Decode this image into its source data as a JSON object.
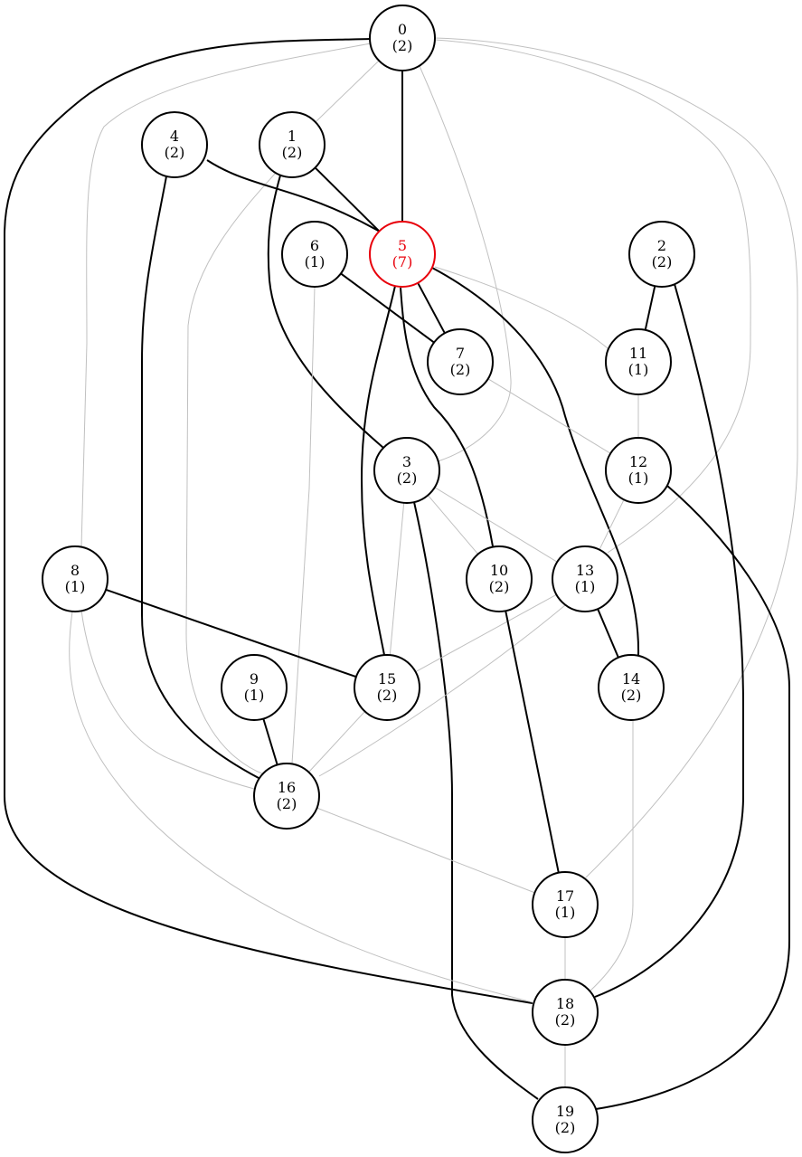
{
  "graph": {
    "colors": {
      "highlight": "#e8000b",
      "strong_edge": "#000000",
      "weak_edge": "#c0c0c0"
    },
    "nodes": [
      {
        "id": "0",
        "id_text": "0",
        "count_text": "(2)",
        "highlight": false
      },
      {
        "id": "1",
        "id_text": "1",
        "count_text": "(2)",
        "highlight": false
      },
      {
        "id": "2",
        "id_text": "2",
        "count_text": "(2)",
        "highlight": false
      },
      {
        "id": "3",
        "id_text": "3",
        "count_text": "(2)",
        "highlight": false
      },
      {
        "id": "4",
        "id_text": "4",
        "count_text": "(2)",
        "highlight": false
      },
      {
        "id": "5",
        "id_text": "5",
        "count_text": "(7)",
        "highlight": true
      },
      {
        "id": "6",
        "id_text": "6",
        "count_text": "(1)",
        "highlight": false
      },
      {
        "id": "7",
        "id_text": "7",
        "count_text": "(2)",
        "highlight": false
      },
      {
        "id": "8",
        "id_text": "8",
        "count_text": "(1)",
        "highlight": false
      },
      {
        "id": "9",
        "id_text": "9",
        "count_text": "(1)",
        "highlight": false
      },
      {
        "id": "10",
        "id_text": "10",
        "count_text": "(2)",
        "highlight": false
      },
      {
        "id": "11",
        "id_text": "11",
        "count_text": "(1)",
        "highlight": false
      },
      {
        "id": "12",
        "id_text": "12",
        "count_text": "(1)",
        "highlight": false
      },
      {
        "id": "13",
        "id_text": "13",
        "count_text": "(1)",
        "highlight": false
      },
      {
        "id": "14",
        "id_text": "14",
        "count_text": "(2)",
        "highlight": false
      },
      {
        "id": "15",
        "id_text": "15",
        "count_text": "(2)",
        "highlight": false
      },
      {
        "id": "16",
        "id_text": "16",
        "count_text": "(2)",
        "highlight": false
      },
      {
        "id": "17",
        "id_text": "17",
        "count_text": "(1)",
        "highlight": false
      },
      {
        "id": "18",
        "id_text": "18",
        "count_text": "(2)",
        "highlight": false
      },
      {
        "id": "19",
        "id_text": "19",
        "count_text": "(2)",
        "highlight": false
      }
    ],
    "edges": [
      {
        "from": "0",
        "to": "5",
        "style": "strong"
      },
      {
        "from": "0",
        "to": "18",
        "style": "strong"
      },
      {
        "from": "0",
        "to": "1",
        "style": "weak"
      },
      {
        "from": "0",
        "to": "8",
        "style": "weak"
      },
      {
        "from": "0",
        "to": "3",
        "style": "weak"
      },
      {
        "from": "0",
        "to": "13",
        "style": "weak"
      },
      {
        "from": "0",
        "to": "17",
        "style": "weak"
      },
      {
        "from": "1",
        "to": "5",
        "style": "strong"
      },
      {
        "from": "1",
        "to": "3",
        "style": "strong"
      },
      {
        "from": "1",
        "to": "16",
        "style": "weak"
      },
      {
        "from": "4",
        "to": "5",
        "style": "strong"
      },
      {
        "from": "4",
        "to": "16",
        "style": "strong"
      },
      {
        "from": "6",
        "to": "7",
        "style": "strong"
      },
      {
        "from": "6",
        "to": "16",
        "style": "weak"
      },
      {
        "from": "5",
        "to": "7",
        "style": "strong"
      },
      {
        "from": "5",
        "to": "15",
        "style": "strong"
      },
      {
        "from": "5",
        "to": "10",
        "style": "strong"
      },
      {
        "from": "5",
        "to": "14",
        "style": "strong"
      },
      {
        "from": "5",
        "to": "11",
        "style": "weak"
      },
      {
        "from": "2",
        "to": "11",
        "style": "strong"
      },
      {
        "from": "2",
        "to": "18",
        "style": "strong"
      },
      {
        "from": "11",
        "to": "12",
        "style": "weak"
      },
      {
        "from": "7",
        "to": "12",
        "style": "weak"
      },
      {
        "from": "12",
        "to": "13",
        "style": "weak"
      },
      {
        "from": "12",
        "to": "19",
        "style": "strong"
      },
      {
        "from": "3",
        "to": "10",
        "style": "weak"
      },
      {
        "from": "3",
        "to": "13",
        "style": "weak"
      },
      {
        "from": "3",
        "to": "15",
        "style": "weak"
      },
      {
        "from": "3",
        "to": "19",
        "style": "strong"
      },
      {
        "from": "8",
        "to": "15",
        "style": "strong"
      },
      {
        "from": "8",
        "to": "16",
        "style": "weak"
      },
      {
        "from": "8",
        "to": "18",
        "style": "weak"
      },
      {
        "from": "13",
        "to": "14",
        "style": "strong"
      },
      {
        "from": "13",
        "to": "15",
        "style": "weak"
      },
      {
        "from": "13",
        "to": "16",
        "style": "weak"
      },
      {
        "from": "9",
        "to": "16",
        "style": "strong"
      },
      {
        "from": "15",
        "to": "16",
        "style": "weak"
      },
      {
        "from": "10",
        "to": "17",
        "style": "strong"
      },
      {
        "from": "14",
        "to": "18",
        "style": "weak"
      },
      {
        "from": "16",
        "to": "17",
        "style": "weak"
      },
      {
        "from": "17",
        "to": "18",
        "style": "weak"
      },
      {
        "from": "18",
        "to": "19",
        "style": "weak"
      }
    ]
  }
}
